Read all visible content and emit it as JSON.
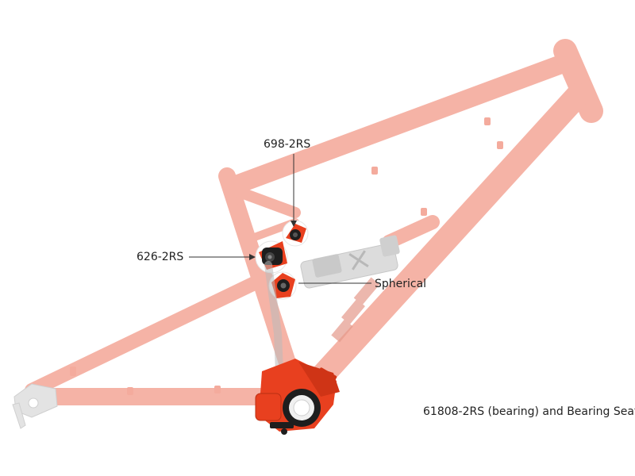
{
  "labels": {
    "bearing_698": "698-2RS",
    "bearing_626": "626-2RS",
    "spherical": "Spherical",
    "bottom_bracket": "61808-2RS (bearing) and Bearing Seat"
  },
  "colors": {
    "frame_tint": "#f6b2a6",
    "frame_edge": "#f2a394",
    "highlight_red": "#e8401f",
    "highlight_dark": "#1e1e1e",
    "shock_grey": "#d9d9d9",
    "leader_line": "#333333",
    "label_text": "#222222"
  },
  "icons": {
    "brand_mark": "x-logo-icon"
  }
}
